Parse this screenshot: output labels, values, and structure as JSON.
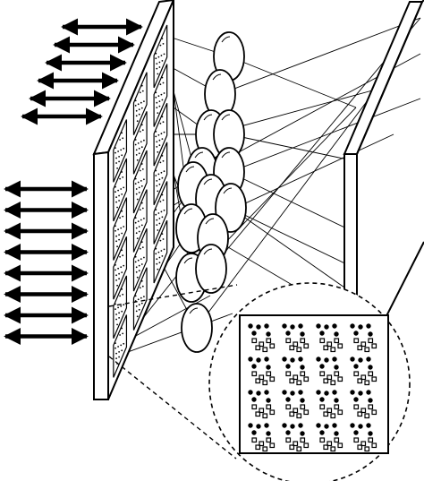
{
  "diagram": {
    "colors": {
      "stroke": "#000000",
      "background": "#ffffff",
      "lens_highlight": "#ffffff"
    },
    "left_array": {
      "upper_arrow_count": 6,
      "lower_arrow_count": 8,
      "arrow_style": "double-headed"
    },
    "mask_plate": {
      "tile_columns": 3,
      "tile_rows": 6,
      "tile_pattern": "dotted"
    },
    "lens_array": {
      "lens_count": 14
    },
    "screen_plate": {},
    "magnified_inset": {
      "border_style": "dashed",
      "tile_grid": [
        4,
        4
      ],
      "tile_pattern": "dots-and-squares"
    }
  }
}
